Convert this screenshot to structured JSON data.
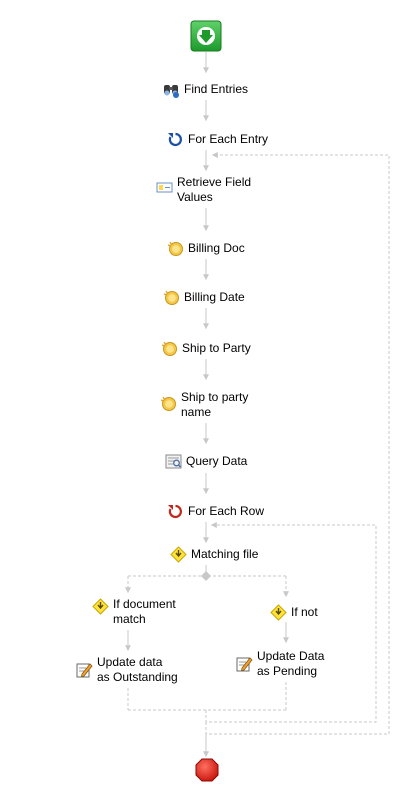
{
  "workflow": {
    "nodes": [
      {
        "id": "find",
        "label": "Find Entries",
        "icon": "binoculars-icon"
      },
      {
        "id": "foreach_entry",
        "label": "For Each Entry",
        "icon": "loop-arrow-blue-icon"
      },
      {
        "id": "retrieve",
        "label": "Retrieve Field\nValues",
        "icon": "form-field-icon"
      },
      {
        "id": "billing_doc",
        "label": "Billing Doc",
        "icon": "coin-icon"
      },
      {
        "id": "billing_date",
        "label": "Billing Date",
        "icon": "coin-icon"
      },
      {
        "id": "ship_party",
        "label": "Ship to Party",
        "icon": "coin-icon"
      },
      {
        "id": "ship_party_name",
        "label": "Ship to party\nname",
        "icon": "coin-icon"
      },
      {
        "id": "query",
        "label": "Query Data",
        "icon": "query-icon"
      },
      {
        "id": "foreach_row",
        "label": "For Each Row",
        "icon": "loop-arrow-red-icon"
      },
      {
        "id": "matching",
        "label": "Matching file",
        "icon": "decision-icon"
      },
      {
        "id": "if_match",
        "label": "If document\nmatch",
        "icon": "decision-icon"
      },
      {
        "id": "if_not",
        "label": "If not",
        "icon": "decision-icon"
      },
      {
        "id": "update_out",
        "label": "Update data\nas Outstanding",
        "icon": "edit-pencil-icon"
      },
      {
        "id": "update_pend",
        "label": "Update Data\nas Pending",
        "icon": "edit-pencil-icon"
      }
    ],
    "start_icon": "start-arrow-icon",
    "end_icon": "stop-octagon-icon",
    "colors": {
      "connector": "#c8c8c8",
      "start": "#2aa836",
      "stop": "#e2231a"
    }
  }
}
